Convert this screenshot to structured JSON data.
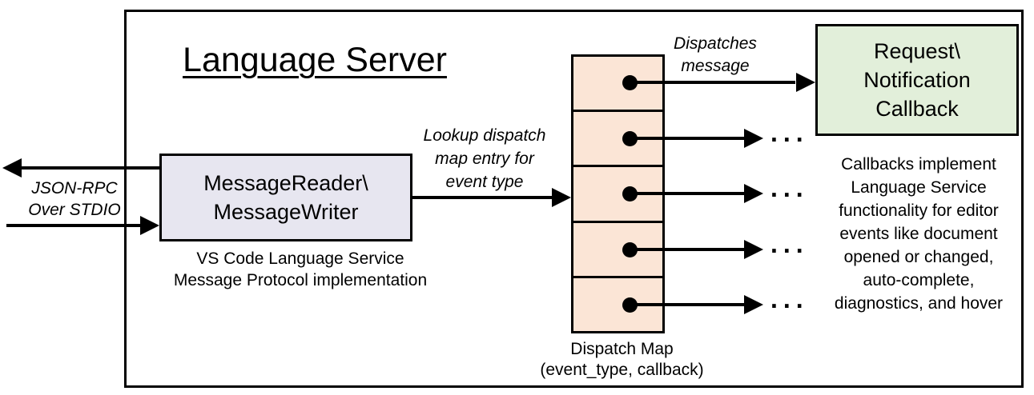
{
  "diagram": {
    "title": "Language Server",
    "reader_box": {
      "line1": "MessageReader\\",
      "line2": "MessageWriter"
    },
    "reader_caption": {
      "line1": "VS Code Language Service",
      "line2": "Message Protocol implementation"
    },
    "stdio_label": {
      "line1": "JSON-RPC",
      "line2": "Over STDIO"
    },
    "lookup_label": {
      "line1": "Lookup dispatch",
      "line2": "map entry for",
      "line3": "event type"
    },
    "dispatches_label": {
      "line1": "Dispatches",
      "line2": "message"
    },
    "map": {
      "row_count": 5,
      "label_line1": "Dispatch Map",
      "label_line2": "(event_type, callback)"
    },
    "callback_box": {
      "line1": "Request\\",
      "line2": "Notification",
      "line3": "Callback"
    },
    "callback_caption": [
      "Callbacks implement",
      "Language Service",
      "functionality for editor",
      "events like document",
      "opened or changed,",
      "auto-complete,",
      "diagnostics, and hover"
    ],
    "ellipsis": "...",
    "colors": {
      "reader_fill": "#E7E6F0",
      "map_fill": "#FBE5D6",
      "callback_fill": "#E2EFDA",
      "line": "#000000"
    }
  }
}
